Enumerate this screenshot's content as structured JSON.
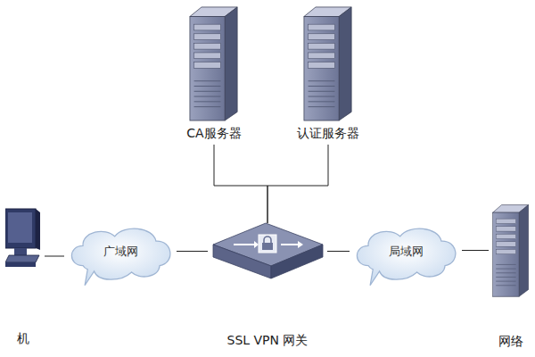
{
  "diagram": {
    "nodes": [
      {
        "text": [
          "CA服务器"
        ]
      },
      {
        "text": [
          "认证服务器"
        ]
      },
      {
        "text": [
          "机"
        ]
      },
      {
        "text": [
          "广域网"
        ]
      },
      {
        "text": [
          "SSL VPN 网关"
        ]
      },
      {
        "text": [
          "局域网"
        ]
      },
      {
        "text": [
          "网络"
        ]
      }
    ],
    "edges": [
      {
        "from": 0,
        "to": 4,
        "arrow": "none"
      },
      {
        "from": 1,
        "to": 4,
        "arrow": "none"
      },
      {
        "from": 2,
        "to": 3,
        "arrow": "none"
      },
      {
        "from": 3,
        "to": 4,
        "arrow": "none"
      },
      {
        "from": 4,
        "to": 5,
        "arrow": "none"
      },
      {
        "from": 5,
        "to": 6,
        "arrow": "none"
      }
    ]
  }
}
